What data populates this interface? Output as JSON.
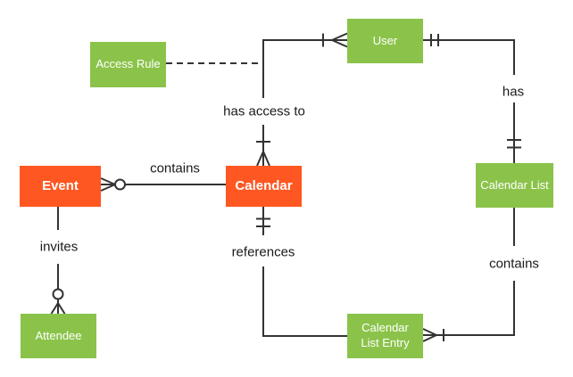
{
  "diagram": {
    "type": "entity-relationship-diagram",
    "colors": {
      "background": "#ffffff",
      "green": "#8BC34A",
      "orange": "#FF5722",
      "line": "#333333",
      "label_text": "#1a1a1a",
      "entity_text": "#ffffff"
    },
    "entities": {
      "access_rule": "Access Rule",
      "user": "User",
      "event": "Event",
      "calendar": "Calendar",
      "calendar_list": "Calendar List",
      "attendee": "Attendee",
      "calendar_list_entry": "Calendar List Entry"
    },
    "relationships": {
      "contains_event": {
        "label": "contains",
        "from": "Calendar",
        "to": "Event",
        "style": "solid",
        "to_end": "zero-or-many"
      },
      "has_access_to": {
        "label": "has access to",
        "from": "Calendar",
        "to": "User",
        "style": "solid",
        "from_end": "one-or-many",
        "to_end": "one-or-many"
      },
      "access_rule_link": {
        "label": "",
        "from": "Access Rule",
        "to": "has access to line",
        "style": "dashed"
      },
      "has": {
        "label": "has",
        "from": "User",
        "to": "Calendar List",
        "style": "solid",
        "from_end": "exactly-one",
        "to_end": "exactly-one"
      },
      "invites": {
        "label": "invites",
        "from": "Event",
        "to": "Attendee",
        "style": "solid",
        "to_end": "zero-or-many"
      },
      "references": {
        "label": "references",
        "from": "Calendar",
        "to": "Calendar List Entry",
        "style": "solid",
        "from_end": "exactly-one"
      },
      "contains_entry": {
        "label": "contains",
        "from": "Calendar List",
        "to": "Calendar List Entry",
        "style": "solid",
        "to_end": "one-or-many"
      }
    }
  }
}
